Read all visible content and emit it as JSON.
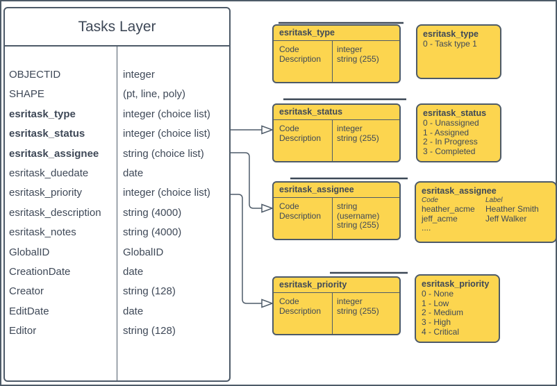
{
  "diagram": {
    "main_table": {
      "title": "Tasks Layer",
      "rows": [
        {
          "name": "OBJECTID",
          "type": "integer"
        },
        {
          "name": "SHAPE",
          "type": "(pt, line, poly)"
        },
        {
          "name": "esritask_type",
          "type": "integer (choice list)"
        },
        {
          "name": "esritask_status",
          "type": "integer (choice list)"
        },
        {
          "name": "esritask_assignee",
          "type": "string (choice list)"
        },
        {
          "name": "esritask_duedate",
          "type": "date"
        },
        {
          "name": "esritask_priority",
          "type": "integer (choice list)"
        },
        {
          "name": "esritask_description",
          "type": "string (4000)"
        },
        {
          "name": "esritask_notes",
          "type": "string (4000)"
        },
        {
          "name": "GlobalID",
          "type": "GlobalID"
        },
        {
          "name": "CreationDate",
          "type": "date"
        },
        {
          "name": "Creator",
          "type": "string (128)"
        },
        {
          "name": "EditDate",
          "type": "date"
        },
        {
          "name": "Editor",
          "type": "string (128)"
        }
      ]
    },
    "detail_boxes": [
      {
        "title": "esritask_type",
        "fields": [
          "Code",
          "Description"
        ],
        "types": [
          "integer",
          "string (255)"
        ]
      },
      {
        "title": "esritask_status",
        "fields": [
          "Code",
          "Description"
        ],
        "types": [
          "integer",
          "string (255)"
        ]
      },
      {
        "title": "esritask_assignee",
        "fields": [
          "Code",
          "Description"
        ],
        "types": [
          "string  (username)",
          "string (255)"
        ]
      },
      {
        "title": "esritask_priority",
        "fields": [
          "Code",
          "Description"
        ],
        "types": [
          "integer",
          "string (255)"
        ]
      }
    ],
    "domain_boxes": {
      "type": {
        "title": "esritask_type",
        "lines": [
          "0 - Task type 1"
        ]
      },
      "status": {
        "title": "esritask_status",
        "lines": [
          "0 - Unassigned",
          "1 - Assigned",
          "2 - In Progress",
          "3 - Completed"
        ]
      },
      "assignee": {
        "title": "esritask_assignee",
        "code_header": "Code",
        "label_header": "Label",
        "rows": [
          {
            "code": "heather_acme",
            "label": "Heather Smith"
          },
          {
            "code": "jeff_acme",
            "label": "Jeff Walker"
          }
        ],
        "ellipsis": "...."
      },
      "priority": {
        "title": "esritask_priority",
        "lines": [
          "0 - None",
          "1 - Low",
          "2 - Medium",
          "3 - High",
          "4 - Critical"
        ]
      }
    },
    "colors": {
      "box_fill_yellow": "#FCD54F",
      "line_and_border": "#4d5a68",
      "text": "#3e4857"
    }
  }
}
